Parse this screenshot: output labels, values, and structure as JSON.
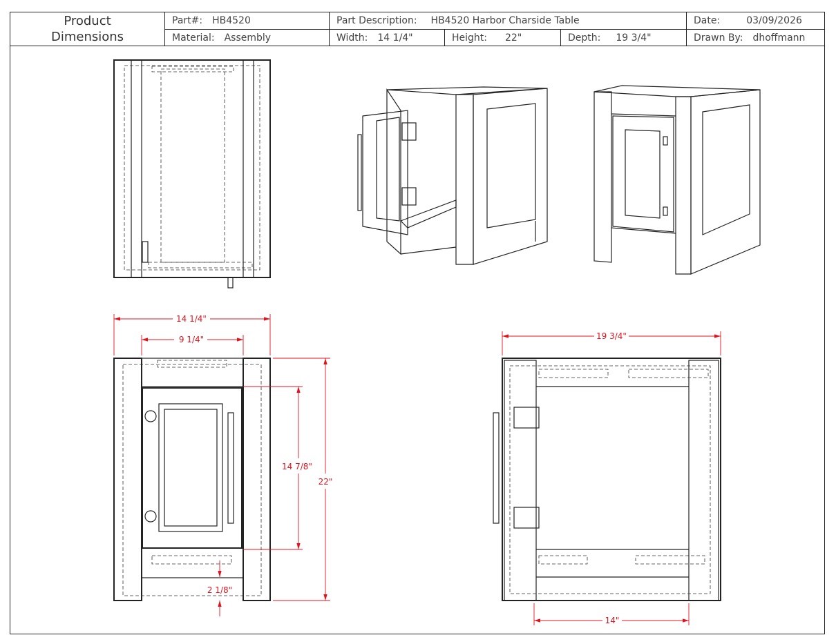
{
  "header": {
    "title_line1": "Product",
    "title_line2": "Dimensions",
    "part_label": "Part#:",
    "part_value": "HB4520",
    "material_label": "Material:",
    "material_value": "Assembly",
    "description_label": "Part Description:",
    "description_value": "HB4520 Harbor Charside Table",
    "width_label": "Width:",
    "width_value": "14 1/4\"",
    "height_label": "Height:",
    "height_value": "22\"",
    "depth_label": "Depth:",
    "depth_value": "19 3/4\"",
    "date_label": "Date:",
    "date_value": "03/09/2026",
    "drawn_label": "Drawn By:",
    "drawn_value": "dhoffmann"
  },
  "dimensions": {
    "overall_width": "14 1/4\"",
    "inner_width": "9 1/4\"",
    "overall_height": "22\"",
    "door_height": "14 7/8\"",
    "bottom_clearance": "2 1/8\"",
    "overall_depth": "19 3/4\"",
    "inner_depth": "14\""
  },
  "colors": {
    "dimension": "#e0141e",
    "line": "#222222"
  }
}
